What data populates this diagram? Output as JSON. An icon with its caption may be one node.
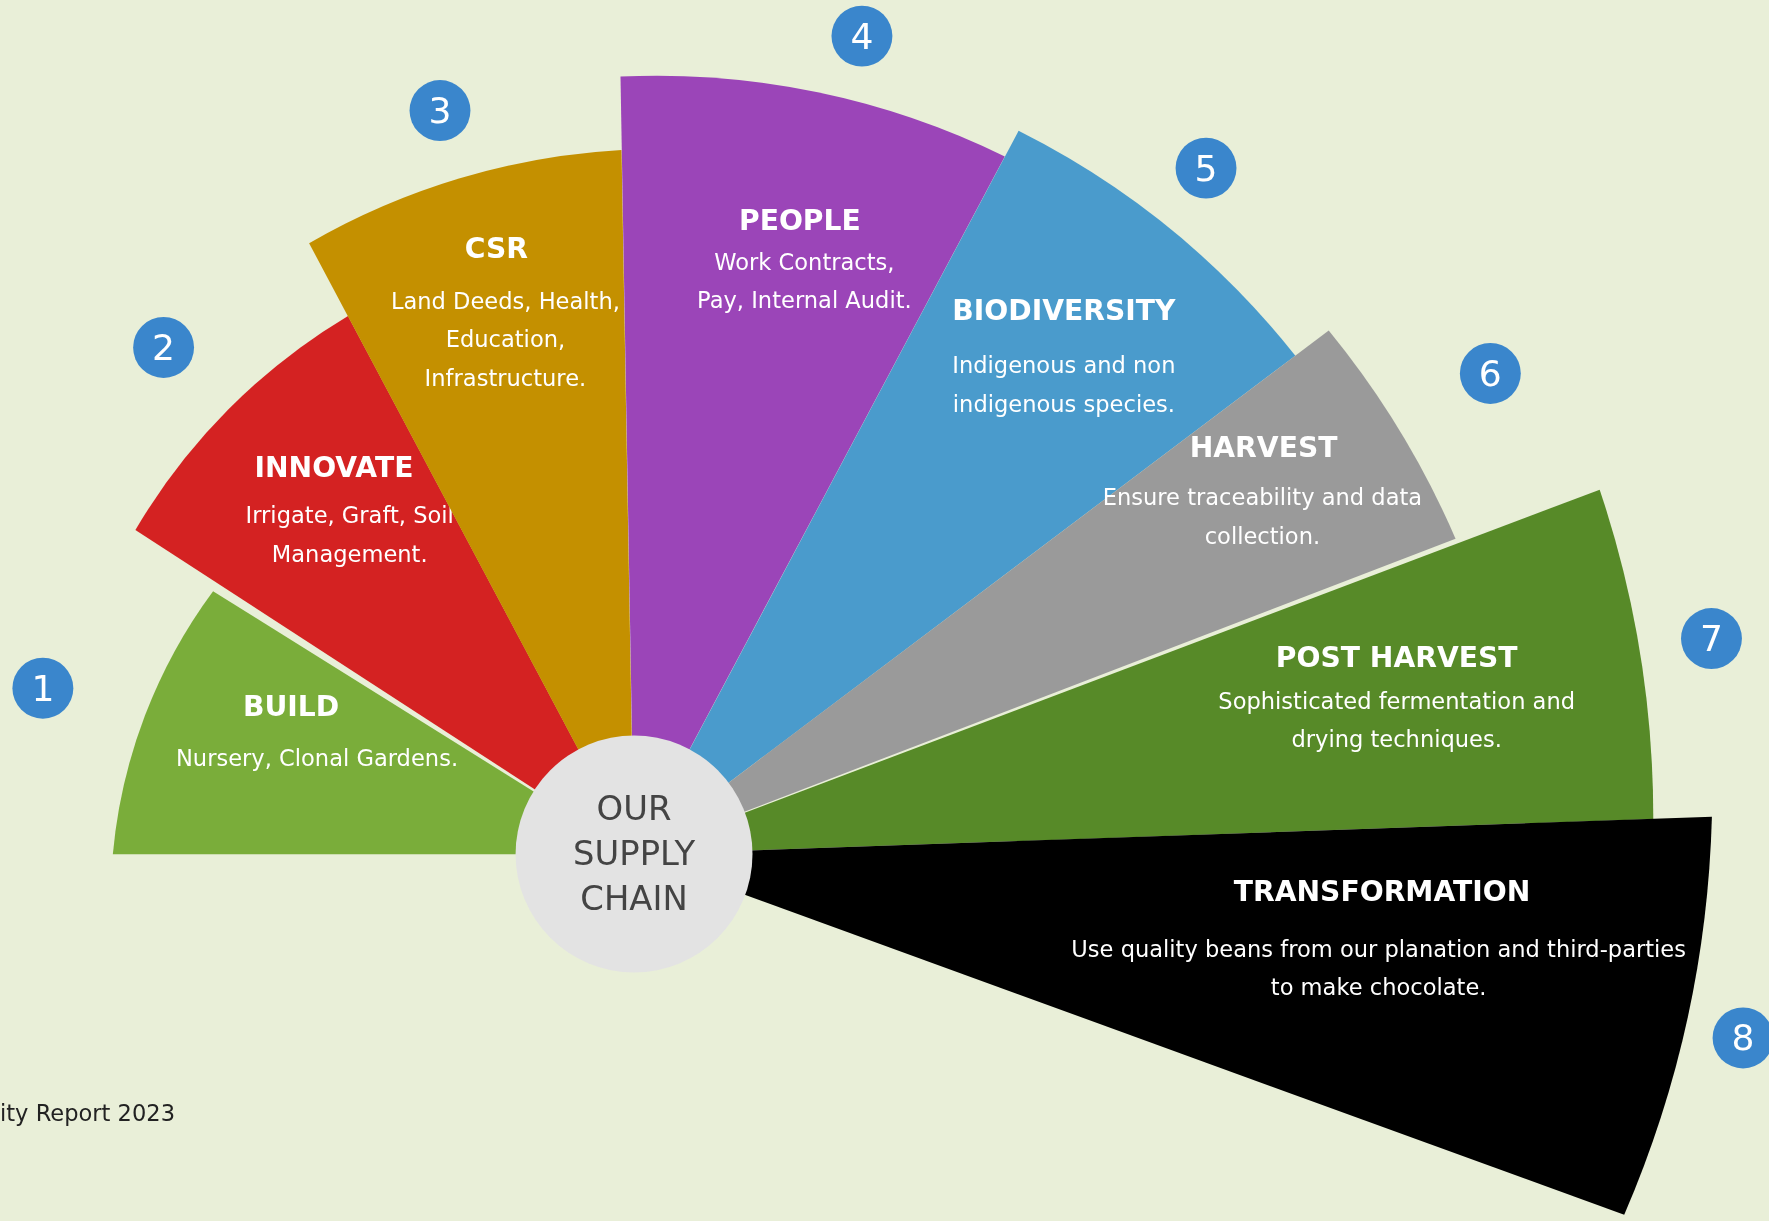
{
  "diagram": {
    "nodes": [
      {
        "text": [
          "OUR SUPPLY CHAIN"
        ]
      },
      {
        "text": [
          "BUILD",
          "Nursery, Clonal Gardens."
        ]
      },
      {
        "text": [
          "INNOVATE",
          "Irrigate, Graft, Soil Management."
        ]
      },
      {
        "text": [
          "CSR",
          "Land Deeds, Health, Education, Infrastructure."
        ]
      },
      {
        "text": [
          "PEOPLE",
          "Work Contracts, Pay, Internal Audit."
        ]
      },
      {
        "text": [
          "BIODIVERSITY",
          "Indigenous and non indigenous species."
        ]
      },
      {
        "text": [
          "HARVEST",
          "Ensure traceability and data collection."
        ]
      },
      {
        "text": [
          "POST HARVEST",
          "Sophisticated fermentation and drying techniques."
        ]
      },
      {
        "text": [
          "TRANSFORMATION",
          "Use quality beans from our planation and third-parties to make chocolate."
        ]
      },
      {
        "text": [
          "1"
        ]
      },
      {
        "text": [
          "2"
        ]
      },
      {
        "text": [
          "3"
        ]
      },
      {
        "text": [
          "4"
        ]
      },
      {
        "text": [
          "5"
        ]
      },
      {
        "text": [
          "6"
        ]
      },
      {
        "text": [
          "7"
        ]
      },
      {
        "text": [
          "8"
        ]
      }
    ],
    "labels": [
      "ity Report 2023"
    ]
  }
}
